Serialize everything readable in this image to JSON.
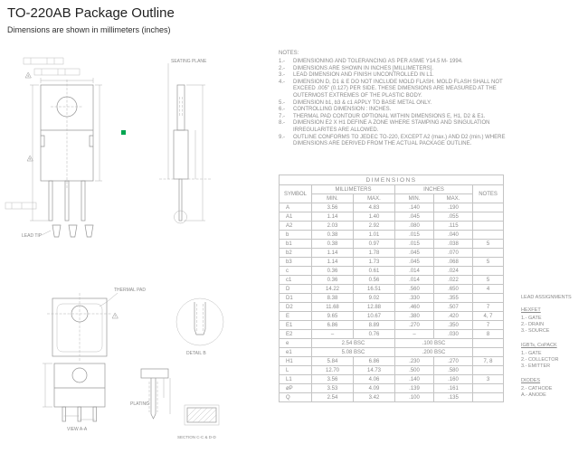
{
  "header": {
    "title": "TO-220AB Package Outline",
    "subtitle": "Dimensions are shown in millimeters (inches)"
  },
  "notes": {
    "heading": "NOTES:",
    "items": [
      {
        "num": "1.-",
        "text": "DIMENSIONING AND TOLERANCING AS PER ASME Y14.5 M- 1994."
      },
      {
        "num": "2.-",
        "text": "DIMENSIONS ARE SHOWN IN INCHES [MILLIMETERS]."
      },
      {
        "num": "3.-",
        "text": "LEAD DIMENSION AND FINISH UNCONTROLLED IN L1."
      },
      {
        "num": "4.-",
        "text": "DIMENSION D, D1 & E DO NOT INCLUDE MOLD FLASH. MOLD FLASH SHALL NOT EXCEED .005\" (0.127) PER SIDE. THESE DIMENSIONS ARE MEASURED AT THE OUTERMOST EXTREMES OF THE PLASTIC BODY."
      },
      {
        "num": "5.-",
        "text": "DIMENSION b1, b3 & c1 APPLY TO BASE METAL ONLY."
      },
      {
        "num": "6.-",
        "text": "CONTROLLING DIMENSION : INCHES."
      },
      {
        "num": "7.-",
        "text": "THERMAL PAD CONTOUR OPTIONAL WITHIN DIMENSIONS E, H1, D2 & E1."
      },
      {
        "num": "8.-",
        "text": "DIMENSION E2 X H1 DEFINE A ZONE WHERE STAMPING AND SINGULATION IRREGULARITES ARE ALLOWED."
      },
      {
        "num": "9.-",
        "text": "OUTLINE CONFORMS TO JEDEC TO-220, EXCEPT A2 (max.) AND D2 (min.) WHERE DIMENSIONS ARE DERIVED FROM THE ACTUAL PACKAGE OUTLINE."
      }
    ]
  },
  "table": {
    "title": "DIMENSIONS",
    "col_symbol": "SYMBOL",
    "col_mm": "MILLIMETERS",
    "col_in": "INCHES",
    "col_notes": "NOTES",
    "col_min": "MIN.",
    "col_max": "MAX.",
    "rows": [
      {
        "symbol": "A",
        "mm_min": "3.56",
        "mm_max": "4.83",
        "in_min": ".140",
        "in_max": ".190",
        "notes": ""
      },
      {
        "symbol": "A1",
        "mm_min": "1.14",
        "mm_max": "1.40",
        "in_min": ".045",
        "in_max": ".055",
        "notes": ""
      },
      {
        "symbol": "A2",
        "mm_min": "2.03",
        "mm_max": "2.92",
        "in_min": ".080",
        "in_max": ".115",
        "notes": ""
      },
      {
        "symbol": "b",
        "mm_min": "0.38",
        "mm_max": "1.01",
        "in_min": ".015",
        "in_max": ".040",
        "notes": ""
      },
      {
        "symbol": "b1",
        "mm_min": "0.38",
        "mm_max": "0.97",
        "in_min": ".015",
        "in_max": ".038",
        "notes": "5"
      },
      {
        "symbol": "b2",
        "mm_min": "1.14",
        "mm_max": "1.78",
        "in_min": ".045",
        "in_max": ".070",
        "notes": ""
      },
      {
        "symbol": "b3",
        "mm_min": "1.14",
        "mm_max": "1.73",
        "in_min": ".045",
        "in_max": ".068",
        "notes": "5"
      },
      {
        "symbol": "c",
        "mm_min": "0.36",
        "mm_max": "0.61",
        "in_min": ".014",
        "in_max": ".024",
        "notes": ""
      },
      {
        "symbol": "c1",
        "mm_min": "0.36",
        "mm_max": "0.56",
        "in_min": ".014",
        "in_max": ".022",
        "notes": "5"
      },
      {
        "symbol": "D",
        "mm_min": "14.22",
        "mm_max": "16.51",
        "in_min": ".560",
        "in_max": ".650",
        "notes": "4"
      },
      {
        "symbol": "D1",
        "mm_min": "8.38",
        "mm_max": "9.02",
        "in_min": ".330",
        "in_max": ".355",
        "notes": ""
      },
      {
        "symbol": "D2",
        "mm_min": "11.68",
        "mm_max": "12.88",
        "in_min": ".460",
        "in_max": ".507",
        "notes": "7"
      },
      {
        "symbol": "E",
        "mm_min": "9.65",
        "mm_max": "10.67",
        "in_min": ".380",
        "in_max": ".420",
        "notes": "4, 7"
      },
      {
        "symbol": "E1",
        "mm_min": "6.86",
        "mm_max": "8.89",
        "in_min": ".270",
        "in_max": ".350",
        "notes": "7"
      },
      {
        "symbol": "E2",
        "mm_min": "–",
        "mm_max": "0.76",
        "in_min": "–",
        "in_max": ".030",
        "notes": "8"
      },
      {
        "symbol": "e",
        "mm_bsc": "2.54 BSC",
        "in_bsc": ".100 BSC",
        "notes": ""
      },
      {
        "symbol": "e1",
        "mm_bsc": "5.08 BSC",
        "in_bsc": ".200 BSC",
        "notes": ""
      },
      {
        "symbol": "H1",
        "mm_min": "5.84",
        "mm_max": "6.86",
        "in_min": ".230",
        "in_max": ".270",
        "notes": "7, 8"
      },
      {
        "symbol": "L",
        "mm_min": "12.70",
        "mm_max": "14.73",
        "in_min": ".500",
        "in_max": ".580",
        "notes": ""
      },
      {
        "symbol": "L1",
        "mm_min": "3.56",
        "mm_max": "4.06",
        "in_min": ".140",
        "in_max": ".160",
        "notes": "3"
      },
      {
        "symbol": "øP",
        "mm_min": "3.53",
        "mm_max": "4.09",
        "in_min": ".139",
        "in_max": ".161",
        "notes": ""
      },
      {
        "symbol": "Q",
        "mm_min": "2.54",
        "mm_max": "3.42",
        "in_min": ".100",
        "in_max": ".135",
        "notes": ""
      }
    ]
  },
  "lead_assignments": {
    "heading": "LEAD ASSIGNMENTS",
    "groups": [
      {
        "name": "HEXFET",
        "pins": [
          "1.- GATE",
          "2.- DRAIN",
          "3.- SOURCE"
        ]
      },
      {
        "name": "IGBTs, CoPACK",
        "pins": [
          "1.- GATE",
          "2.- COLLECTOR",
          "3.- EMITTER"
        ]
      },
      {
        "name": "DIODES",
        "pins": [
          "2.- CATHODE",
          "A.- ANODE"
        ]
      }
    ]
  },
  "drawing_labels": {
    "seating_plane": "SEATING PLANE",
    "lead_tip": "LEAD TIP",
    "thermal_pad": "THERMAL PAD",
    "detail_b": "DETAIL B",
    "view_aa": "VIEW A-A",
    "plating": "PLATING",
    "section_cc_dd": "SECTION C-C & D-D",
    "flags": [
      "4",
      "9",
      "7"
    ]
  },
  "colors": {
    "marker_green": "#00a651",
    "line_gray": "#949494",
    "text_gray": "#8a8a8a"
  }
}
